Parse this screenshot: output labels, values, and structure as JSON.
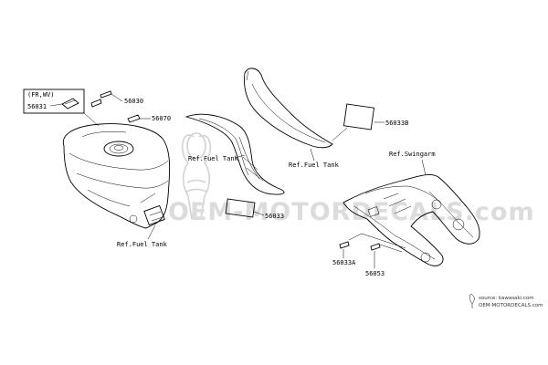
{
  "callouts": {
    "fr_wv": "(FR,WV)",
    "p56031": "56031",
    "p56030": "56030",
    "p56070": "56070",
    "p56033b": "56033B",
    "p56033_mid": "56033",
    "p56033a": "56033A",
    "p56053": "56053"
  },
  "references": {
    "fuel_tank_bottom": "Ref.Fuel Tank",
    "fuel_tank_mid": "Ref.Fuel Tank",
    "fuel_tank_upper": "Ref.Fuel Tank",
    "swingarm": "Ref.Swingarm"
  },
  "watermark": {
    "text": "OEM-MOTORDECALS.com",
    "source_line1": "source: kawasaki.com",
    "source_line2": "OEM-MOTORDECALS.com"
  },
  "colors": {
    "line": "#000000",
    "watermark": "#dcdcdc",
    "background": "#ffffff"
  }
}
